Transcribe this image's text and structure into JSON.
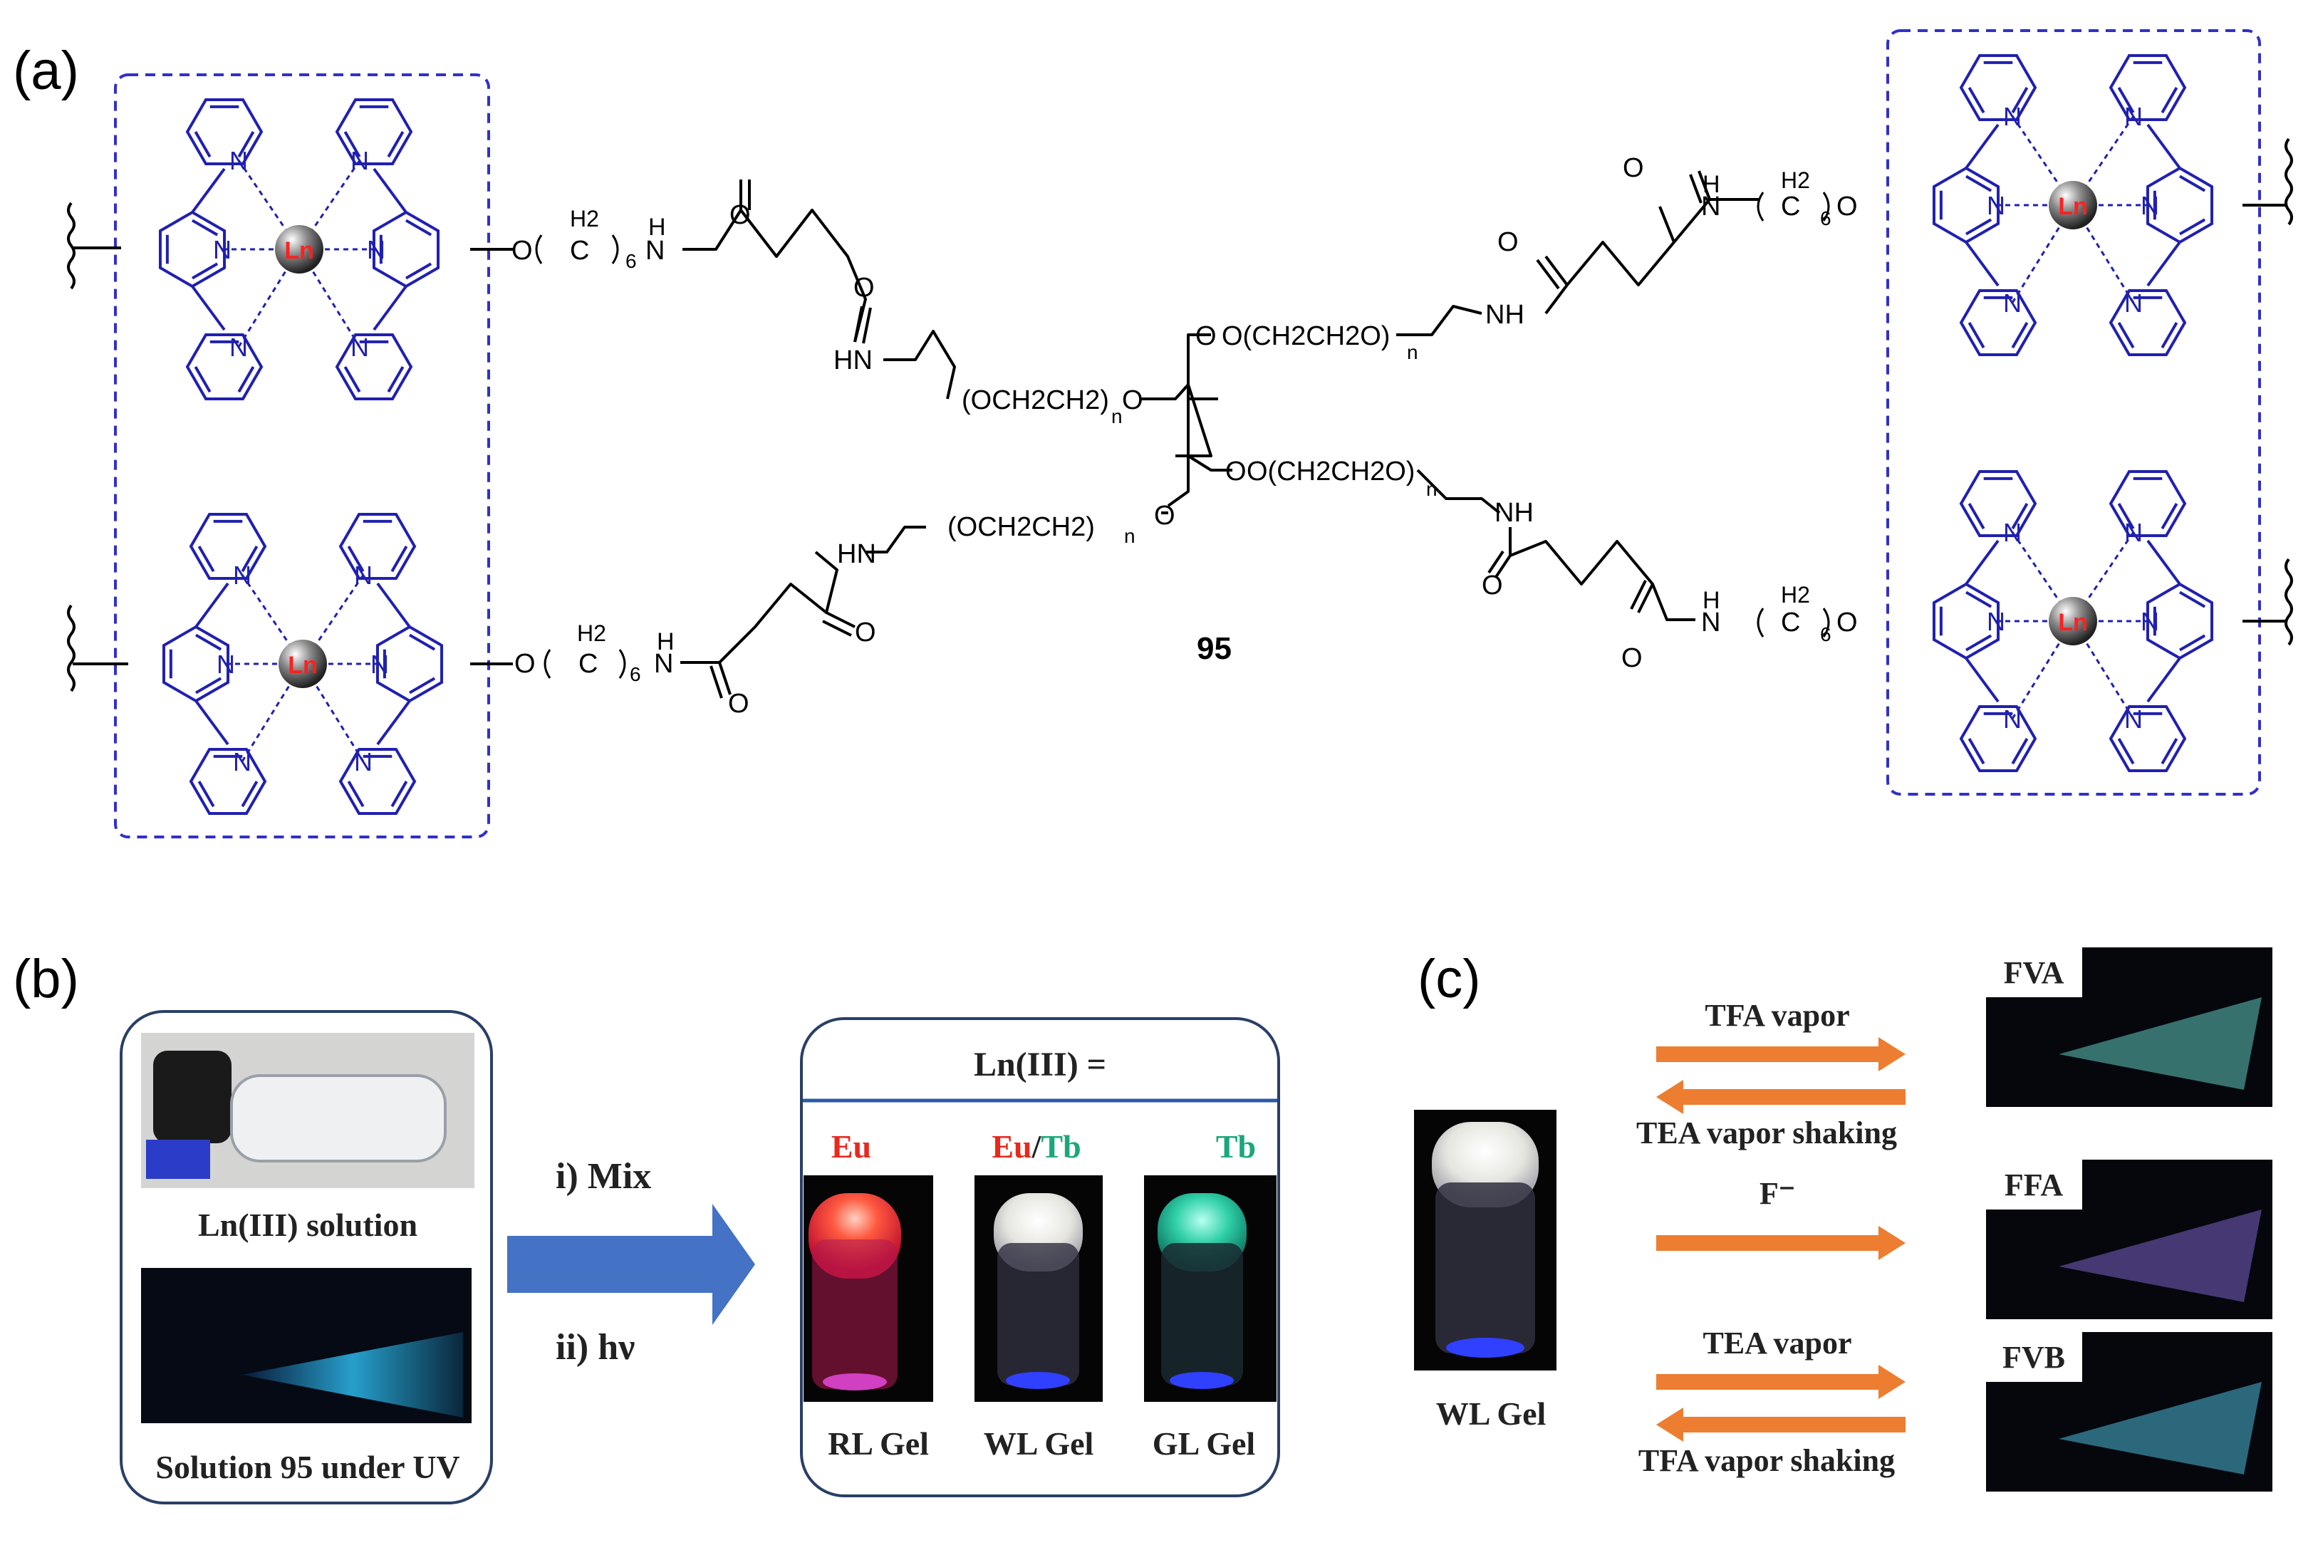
{
  "panel_a": {
    "label": "(a)",
    "compound_number": "95",
    "metal": "Ln",
    "atoms": {
      "N": "N",
      "O": "O",
      "NH": "NH",
      "HN": "HN",
      "H": "H",
      "C": "C",
      "H2": "H2",
      "n": "n",
      "six": "6"
    },
    "fragments": {
      "peg_top_right": "O(CH2CH2O)",
      "peg_mid_right": "O(CH2CH2O)",
      "peg_top_left": "(OCH2CH2)",
      "peg_bottom_left": "(OCH2CH2)"
    }
  },
  "panel_b": {
    "label": "(b)",
    "solution_label": "Ln(III) solution",
    "uv_label": "Solution 95 under UV",
    "step1": "i)  Mix",
    "step2": "ii)  hν",
    "ln_equals": "Ln(III) =",
    "metals": {
      "eu": "Eu",
      "eutb_eu": "Eu",
      "eutb_sep": "/",
      "eutb_tb": "Tb",
      "tb": "Tb"
    },
    "gels": [
      "RL Gel",
      "WL Gel",
      "GL Gel"
    ],
    "colors": {
      "eu": "#e8291e",
      "tb": "#1aa77c",
      "arrow": "#4472c4"
    }
  },
  "panel_c": {
    "label": "(c)",
    "start_gel": "WL Gel",
    "rows": [
      {
        "top": "TFA vapor",
        "bottom": "TEA vapor shaking",
        "product": "FVA"
      },
      {
        "top": "F⁻",
        "bottom": "",
        "product": "FFA"
      },
      {
        "top": "TEA vapor",
        "bottom": "TFA vapor shaking",
        "product": "FVB"
      }
    ],
    "colors": {
      "arrow": "#ed7d31"
    }
  },
  "colors": {
    "terpyridine": "#2020b0",
    "box": "#3030c8"
  }
}
